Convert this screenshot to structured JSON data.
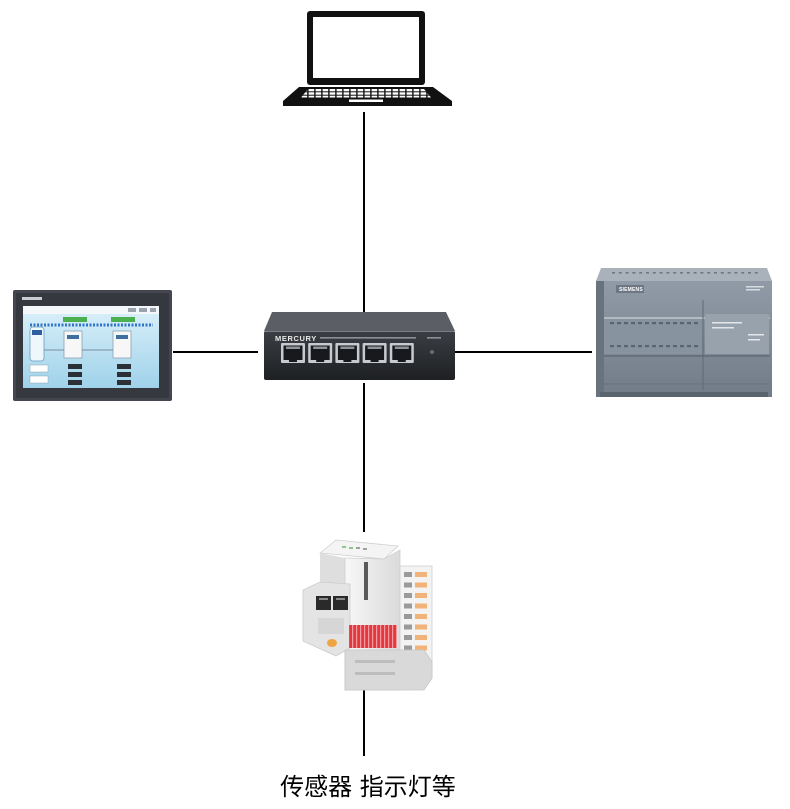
{
  "caption": "传感器 指示灯等",
  "nodes": [
    {
      "icon": "laptop-icon"
    },
    {
      "icon": "ethernet-switch-icon",
      "brand": "MERCURY",
      "ports": 5
    },
    {
      "icon": "hmi-touch-panel-icon"
    },
    {
      "icon": "plc-controller-icon",
      "brand": "SIEMENS"
    },
    {
      "icon": "remote-io-module-icon"
    }
  ],
  "edges": [
    [
      1,
      0
    ],
    [
      1,
      2
    ],
    [
      1,
      3
    ],
    [
      1,
      4
    ]
  ],
  "colors": {
    "background": "#ffffff",
    "line": "#000000",
    "laptop": "#111111",
    "switch_top": "#5b5e64",
    "hmi_frame": "#43464e",
    "plc_top": "#a9b2bb",
    "io_accent": "#e2393f",
    "io_knob": "#f0a545"
  }
}
